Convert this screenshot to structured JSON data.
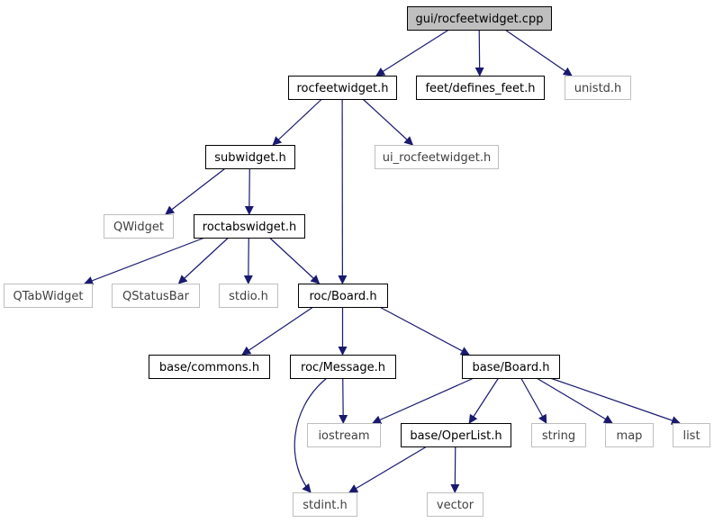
{
  "colors": {
    "root_fill": "#bfbfbf",
    "node_border": "#000000",
    "external_border": "#bfbfbf",
    "edge": "#191970",
    "edge_light": "#63b8ff",
    "text_main": "#000000",
    "text_external": "#404040"
  },
  "nodes": [
    {
      "id": "root",
      "label": "gui/rocfeetwidget.cpp",
      "kind": "root"
    },
    {
      "id": "rocfeetwidget_h",
      "label": "rocfeetwidget.h",
      "kind": "local"
    },
    {
      "id": "defines_feet",
      "label": "feet/defines_feet.h",
      "kind": "local"
    },
    {
      "id": "unistd",
      "label": "unistd.h",
      "kind": "external"
    },
    {
      "id": "subwidget",
      "label": "subwidget.h",
      "kind": "local"
    },
    {
      "id": "ui_rocfeet",
      "label": "ui_rocfeetwidget.h",
      "kind": "external"
    },
    {
      "id": "qwidget",
      "label": "QWidget",
      "kind": "external"
    },
    {
      "id": "roctabs",
      "label": "roctabswidget.h",
      "kind": "local"
    },
    {
      "id": "qtabwidget",
      "label": "QTabWidget",
      "kind": "external"
    },
    {
      "id": "qstatusbar",
      "label": "QStatusBar",
      "kind": "external"
    },
    {
      "id": "stdio",
      "label": "stdio.h",
      "kind": "external"
    },
    {
      "id": "roc_board",
      "label": "roc/Board.h",
      "kind": "local"
    },
    {
      "id": "base_commons",
      "label": "base/commons.h",
      "kind": "local"
    },
    {
      "id": "roc_message",
      "label": "roc/Message.h",
      "kind": "local"
    },
    {
      "id": "base_board",
      "label": "base/Board.h",
      "kind": "local"
    },
    {
      "id": "iostream",
      "label": "iostream",
      "kind": "external"
    },
    {
      "id": "operlist",
      "label": "base/OperList.h",
      "kind": "local"
    },
    {
      "id": "string",
      "label": "string",
      "kind": "external"
    },
    {
      "id": "map",
      "label": "map",
      "kind": "external"
    },
    {
      "id": "list",
      "label": "list",
      "kind": "external"
    },
    {
      "id": "stdint",
      "label": "stdint.h",
      "kind": "external"
    },
    {
      "id": "vector",
      "label": "vector",
      "kind": "external"
    }
  ],
  "edges": [
    [
      "root",
      "rocfeetwidget_h"
    ],
    [
      "root",
      "defines_feet"
    ],
    [
      "root",
      "unistd"
    ],
    [
      "rocfeetwidget_h",
      "subwidget"
    ],
    [
      "rocfeetwidget_h",
      "ui_rocfeet"
    ],
    [
      "rocfeetwidget_h",
      "roc_board"
    ],
    [
      "subwidget",
      "qwidget"
    ],
    [
      "subwidget",
      "roctabs"
    ],
    [
      "roctabs",
      "qtabwidget"
    ],
    [
      "roctabs",
      "qstatusbar"
    ],
    [
      "roctabs",
      "stdio"
    ],
    [
      "roctabs",
      "roc_board"
    ],
    [
      "roc_board",
      "base_commons"
    ],
    [
      "roc_board",
      "roc_message"
    ],
    [
      "roc_board",
      "base_board"
    ],
    [
      "roc_message",
      "iostream"
    ],
    [
      "roc_message",
      "stdint"
    ],
    [
      "base_board",
      "iostream"
    ],
    [
      "base_board",
      "operlist"
    ],
    [
      "base_board",
      "string"
    ],
    [
      "base_board",
      "map"
    ],
    [
      "base_board",
      "list"
    ],
    [
      "operlist",
      "stdint"
    ],
    [
      "operlist",
      "vector"
    ]
  ]
}
